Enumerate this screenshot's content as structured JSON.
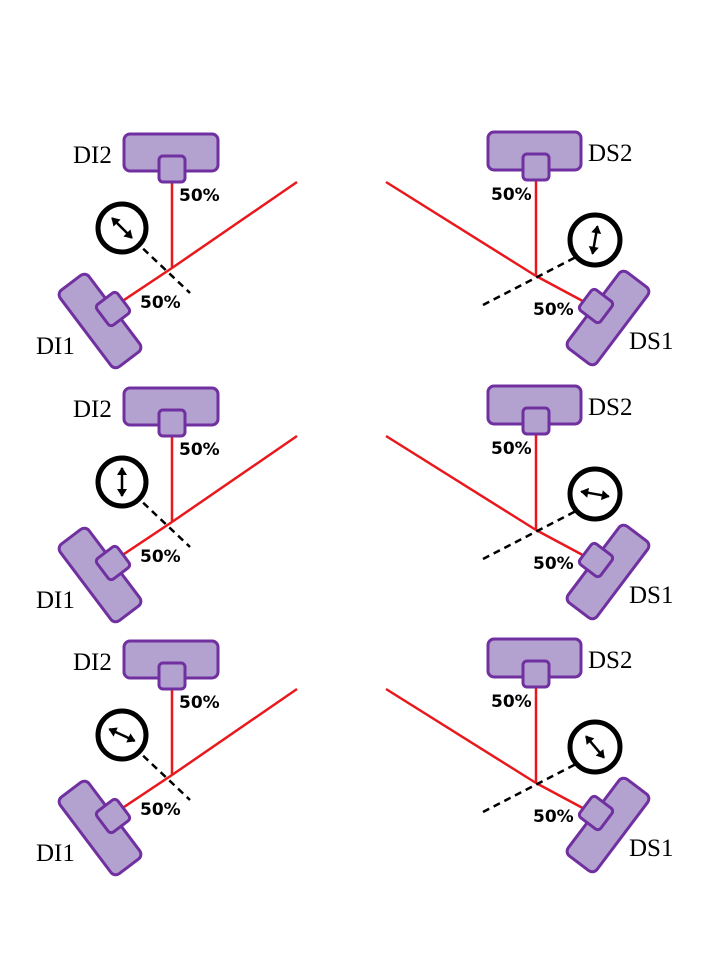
{
  "rows": [
    {
      "idler": {
        "top_label": "DI2",
        "bottom_label": "DI1",
        "split_top": "50%",
        "split_bottom": "50%",
        "polarizer_angle_deg": 45
      },
      "signal": {
        "top_label": "DS2",
        "bottom_label": "DS1",
        "split_top": "50%",
        "split_bottom": "50%",
        "polarizer_angle_deg": 100
      }
    },
    {
      "idler": {
        "top_label": "DI2",
        "bottom_label": "DI1",
        "split_top": "50%",
        "split_bottom": "50%",
        "polarizer_angle_deg": 90
      },
      "signal": {
        "top_label": "DS2",
        "bottom_label": "DS1",
        "split_top": "50%",
        "split_bottom": "50%",
        "polarizer_angle_deg": 10
      }
    },
    {
      "idler": {
        "top_label": "DI2",
        "bottom_label": "DI1",
        "split_top": "50%",
        "split_bottom": "50%",
        "polarizer_angle_deg": 25
      },
      "signal": {
        "top_label": "DS2",
        "bottom_label": "DS1",
        "split_top": "50%",
        "split_bottom": "50%",
        "polarizer_angle_deg": 50
      }
    }
  ],
  "colors": {
    "beam": "#e8181c",
    "detector_fill": "#b3a2cf",
    "detector_stroke": "#7030a0",
    "ink": "#000000"
  }
}
